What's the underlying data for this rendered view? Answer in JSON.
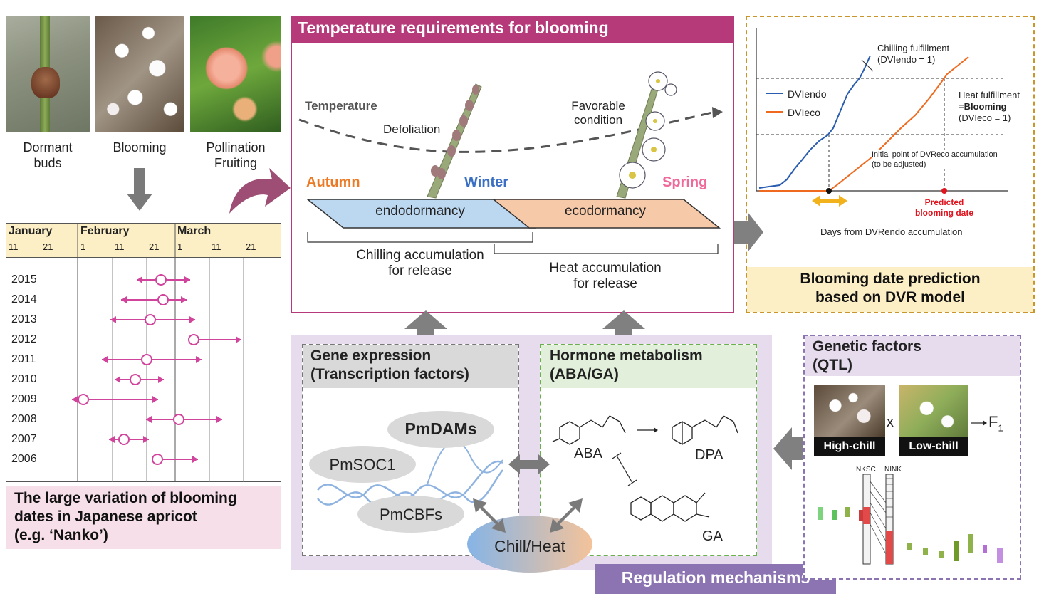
{
  "photos": [
    {
      "label_line1": "Dormant",
      "label_line2": "buds"
    },
    {
      "label_line1": "Blooming",
      "label_line2": ""
    },
    {
      "label_line1": "Pollination",
      "label_line2": "Fruiting"
    }
  ],
  "calendar": {
    "months": [
      "January",
      "February",
      "March"
    ],
    "ticks": [
      "11",
      "21",
      "1",
      "11",
      "21",
      "1",
      "11",
      "21"
    ],
    "years": [
      "2015",
      "2014",
      "2013",
      "2012",
      "2011",
      "2010",
      "2009",
      "2008",
      "2007",
      "2006"
    ],
    "caption_line1": "The large variation of blooming",
    "caption_line2": "dates in Japanese apricot",
    "caption_line3": "(e.g. ‘Nanko’)"
  },
  "temperature": {
    "title": "Temperature requirements for blooming",
    "temperature_label": "Temperature",
    "defoliation": "Defoliation",
    "favorable_line1": "Favorable",
    "favorable_line2": "condition",
    "autumn": "Autumn",
    "winter": "Winter",
    "spring": "Spring",
    "endodormancy": "endodormancy",
    "ecodormancy": "ecodormancy",
    "chilling_line1": "Chilling accumulation",
    "chilling_line2": "for release",
    "heat_line1": "Heat accumulation",
    "heat_line2": "for release"
  },
  "dvr": {
    "chill_fulfill_line1": "Chilling fulfillment",
    "chill_fulfill_line2": "(DVIendo = 1)",
    "heat_fulfill_line1": "Heat fulfillment",
    "heat_fulfill_line2": "=Blooming",
    "heat_fulfill_line3": "(DVIeco = 1)",
    "legend_endo": "DVIendo",
    "legend_eco": "DVIeco",
    "initial_line1": "Initial point of DVReco accumulation",
    "initial_line2": "(to be adjusted)",
    "predicted_line1": "Predicted",
    "predicted_line2": "blooming date",
    "xaxis": "Days from DVRendo accumulation",
    "caption_line1": "Blooming date prediction",
    "caption_line2": "based on DVR model",
    "colors": {
      "endo": "#2a5db0",
      "eco": "#ef6a1f",
      "predicted": "#e0141e"
    }
  },
  "gene": {
    "title_line1": "Gene expression",
    "title_line2": "(Transcription factors)",
    "dams": "PmDAMs",
    "soc1": "PmSOC1",
    "cbfs": "PmCBFs"
  },
  "hormone": {
    "title_line1": "Hormone metabolism",
    "title_line2": "(ABA/GA)",
    "aba": "ABA",
    "dpa": "DPA",
    "ga": "GA"
  },
  "chill_heat": "Chill/Heat",
  "regulation": "Regulation mechanisms",
  "genetic": {
    "title_line1": "Genetic factors",
    "title_line2": "(QTL)",
    "high_chill": "High-chill",
    "low_chill": "Low-chill",
    "cross": "x",
    "f1": "F",
    "f1_sub": "1",
    "nksc": "NKSC",
    "nink": "NINK"
  },
  "colors": {
    "magenta_title": "#b6397a",
    "lilac": "#e6dcee",
    "pink_caption": "#f6dfe8"
  }
}
